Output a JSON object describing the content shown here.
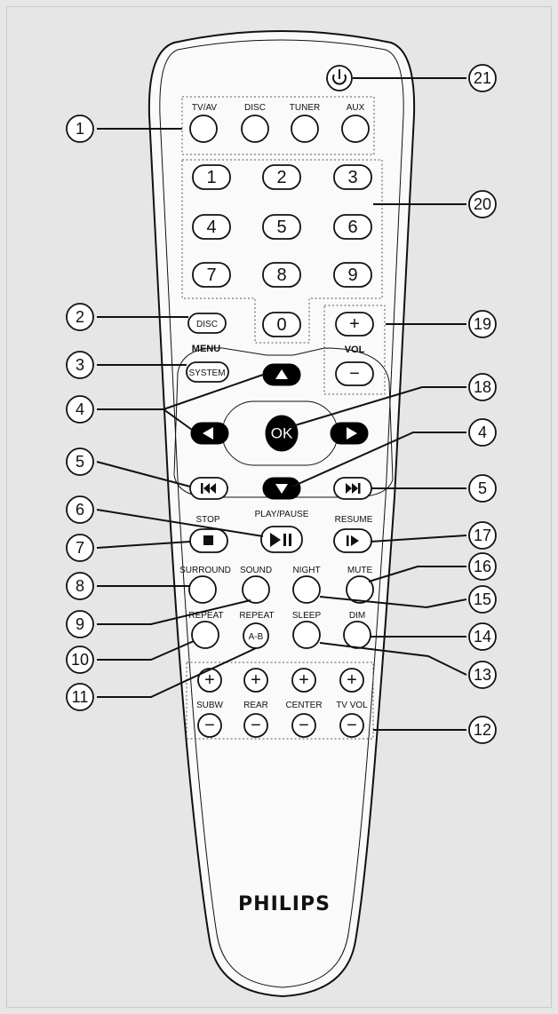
{
  "brand": "PHILIPS",
  "source_buttons": [
    "TV/AV",
    "DISC",
    "TUNER",
    "AUX"
  ],
  "number_keys": [
    "1",
    "2",
    "3",
    "4",
    "5",
    "6",
    "7",
    "8",
    "9",
    "0"
  ],
  "menu_buttons": {
    "disc": "DISC",
    "menu": "MENU",
    "system": "SYSTEM"
  },
  "volume": {
    "plus": "+",
    "label": "VOL",
    "minus": "−"
  },
  "ok_label": "OK",
  "transport_labels": {
    "stop": "STOP",
    "play_pause": "PLAY/PAUSE",
    "resume": "RESUME"
  },
  "function_buttons": {
    "surround": "SURROUND",
    "sound": "SOUND",
    "night": "NIGHT",
    "mute": "MUTE",
    "repeat": "REPEAT",
    "repeat_ab_top": "REPEAT",
    "repeat_ab_face": "A-B",
    "sleep": "SLEEP",
    "dim": "DIM"
  },
  "level_controls": {
    "plus": "+",
    "minus": "−",
    "labels": [
      "SUBW",
      "REAR",
      "CENTER",
      "TV VOL"
    ]
  },
  "callouts": {
    "c1": "1",
    "c2": "2",
    "c3": "3",
    "c4a": "4",
    "c4b": "4",
    "c5a": "5",
    "c5b": "5",
    "c6": "6",
    "c7": "7",
    "c8": "8",
    "c9": "9",
    "c10": "10",
    "c11": "11",
    "c12": "12",
    "c13": "13",
    "c14": "14",
    "c15": "15",
    "c16": "16",
    "c17": "17",
    "c18": "18",
    "c19": "19",
    "c20": "20",
    "c21": "21"
  }
}
